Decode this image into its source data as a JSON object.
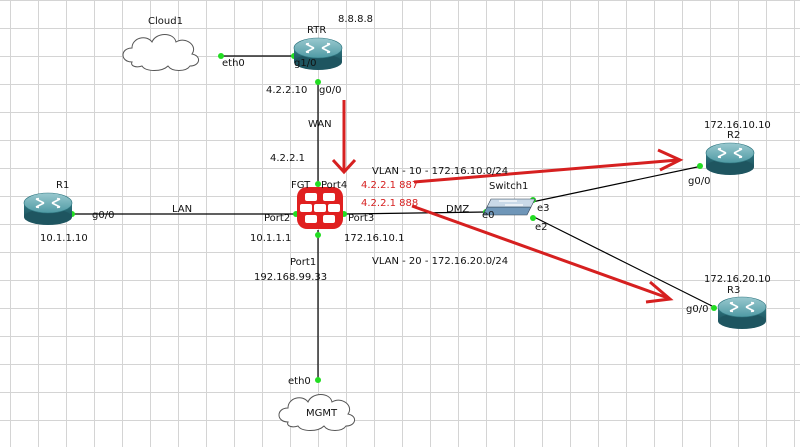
{
  "nodes": {
    "cloud1": "Cloud1",
    "rtr": "RTR",
    "rtr_ip": "8.8.8.8",
    "fgt": "FGT",
    "r1": "R1",
    "r2": "R2",
    "r3": "R3",
    "switch1": "Switch1",
    "mgmt": "MGMT"
  },
  "interfaces": {
    "cloud1_eth0": "eth0",
    "rtr_g1_0": "g1/0",
    "rtr_g0_0": "g0/0",
    "fgt_port4": "Port4",
    "fgt_port2": "Port2",
    "fgt_port3": "Port3",
    "fgt_port1": "Port1",
    "r1_g0_0": "g0/0",
    "r2_g0_0": "g0/0",
    "r3_g0_0": "g0/0",
    "sw_e0": "e0",
    "sw_e3": "e3",
    "sw_e2": "e2",
    "mgmt_eth0": "eth0"
  },
  "addresses": {
    "rtr_wan": "4.2.2.10",
    "fgt_wan": "4.2.2.1",
    "fgt_lan": "10.1.1.1",
    "r1": "10.1.1.10",
    "fgt_dmz": "172.16.10.1",
    "fgt_mgmt": "192.168.99.33",
    "r2": "172.16.10.10",
    "r3": "172.16.20.10"
  },
  "link_labels": {
    "wan": "WAN",
    "lan": "LAN",
    "dmz": "DMZ",
    "vlan10": "VLAN - 10 - 172.16.10.0/24",
    "vlan20": "VLAN - 20 - 172.16.20.0/24"
  },
  "annotations": {
    "nat_887": "4.2.2.1 887",
    "nat_888": "4.2.2.1 888"
  },
  "colors": {
    "router": "#3f8f9a",
    "firewall": "#e02020",
    "annotation": "#d62020",
    "link_dot": "#22dd22"
  }
}
